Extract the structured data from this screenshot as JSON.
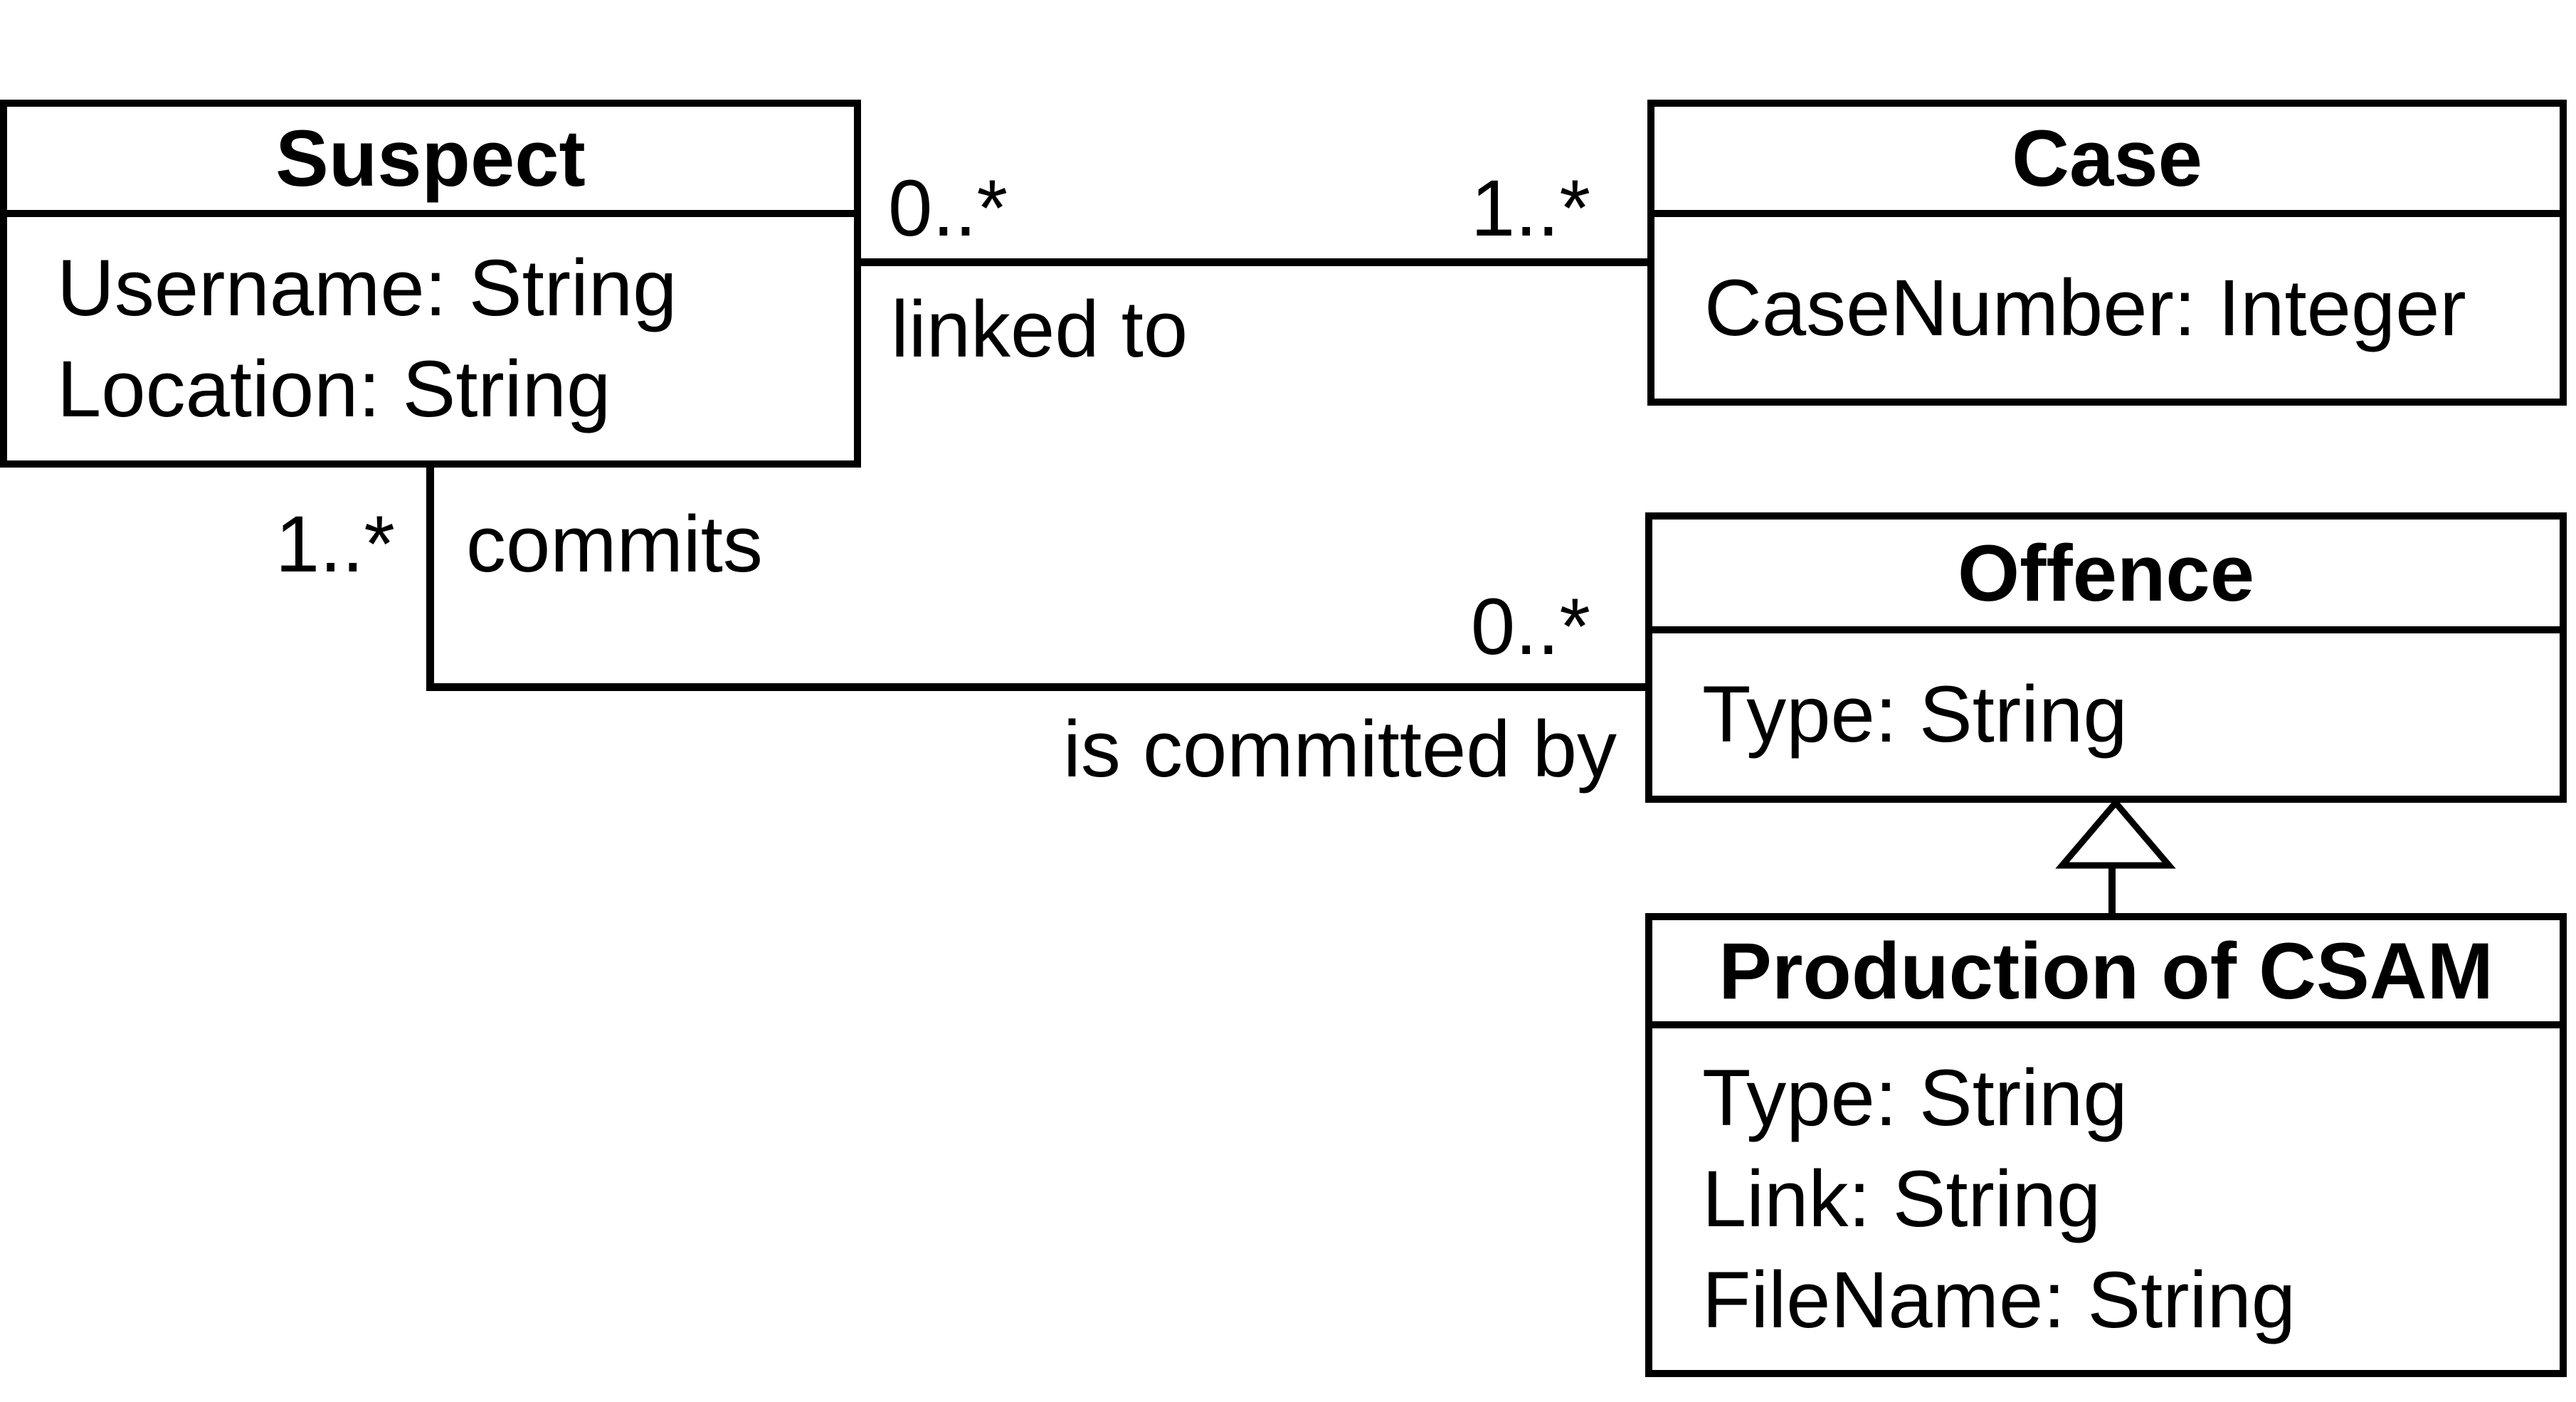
{
  "diagram": {
    "type": "uml-class-diagram",
    "background_color": "#ffffff",
    "line_color": "#000000",
    "classes": [
      {
        "title": "Suspect",
        "attributes": [
          "Username: String",
          "Location: String"
        ]
      },
      {
        "title": "Case",
        "attributes": [
          "CaseNumber: Integer"
        ]
      },
      {
        "title": "Offence",
        "attributes": [
          "Type: String"
        ]
      },
      {
        "title": "Production of CSAM",
        "attributes": [
          "Type: String",
          "Link: String",
          "FileName: String"
        ]
      }
    ],
    "associations": [
      {
        "label": "linked to",
        "source": "Suspect",
        "target": "Case",
        "source_multiplicity": "0..*",
        "target_multiplicity": "1..*"
      },
      {
        "source_label": "commits",
        "target_label": "is committed by",
        "source": "Suspect",
        "target": "Offence",
        "source_multiplicity": "1..*",
        "target_multiplicity": "0..*"
      }
    ],
    "generalizations": [
      {
        "parent": "Offence",
        "child": "Production of CSAM"
      }
    ]
  }
}
